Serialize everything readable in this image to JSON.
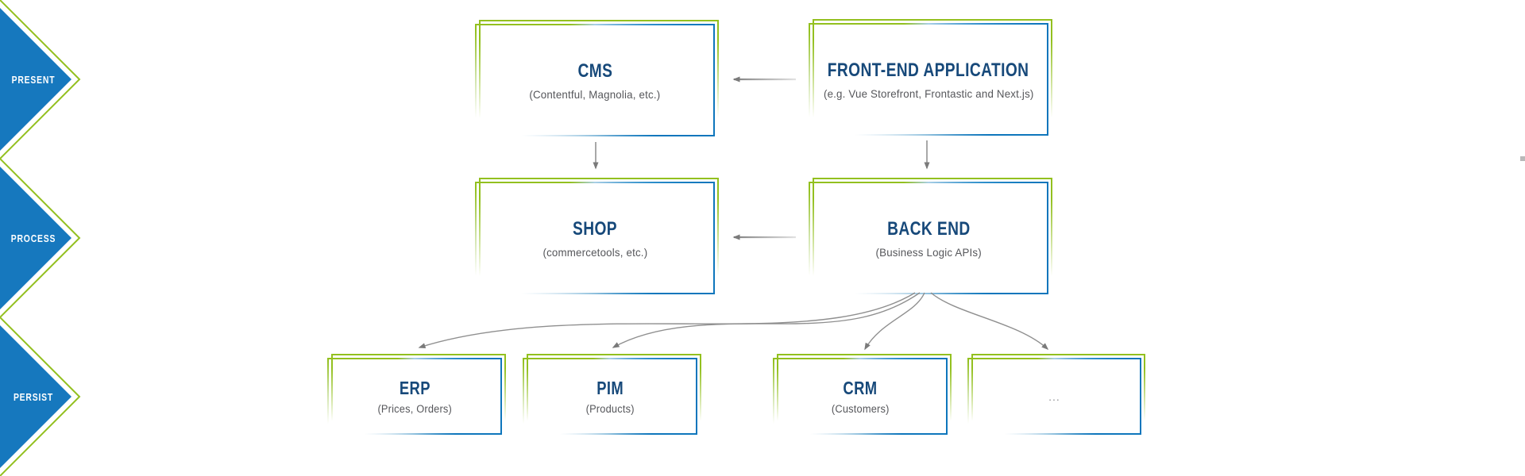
{
  "rail": {
    "items": [
      {
        "label": "PRESENT"
      },
      {
        "label": "PROCESS"
      },
      {
        "label": "PERSIST"
      }
    ]
  },
  "boxes": {
    "cms": {
      "title": "CMS",
      "subtitle": "(Contentful, Magnolia, etc.)"
    },
    "frontend": {
      "title": "FRONT-END APPLICATION",
      "subtitle": "(e.g. Vue Storefront, Frontastic and Next.js)"
    },
    "shop": {
      "title": "SHOP",
      "subtitle": "(commercetools, etc.)"
    },
    "backend": {
      "title": "BACK END",
      "subtitle": "(Business Logic APIs)"
    },
    "erp": {
      "title": "ERP",
      "subtitle": "(Prices, Orders)"
    },
    "pim": {
      "title": "PIM",
      "subtitle": "(Products)"
    },
    "crm": {
      "title": "CRM",
      "subtitle": "(Customers)"
    },
    "more": {
      "title": "..."
    }
  },
  "colors": {
    "green": "#93c01f",
    "blue": "#0e76bc",
    "navy_title": "#17497a",
    "subtitle_gray": "#55565a",
    "arrow_gray": "#7d7d7d",
    "chevron_blue": "#1678be"
  }
}
